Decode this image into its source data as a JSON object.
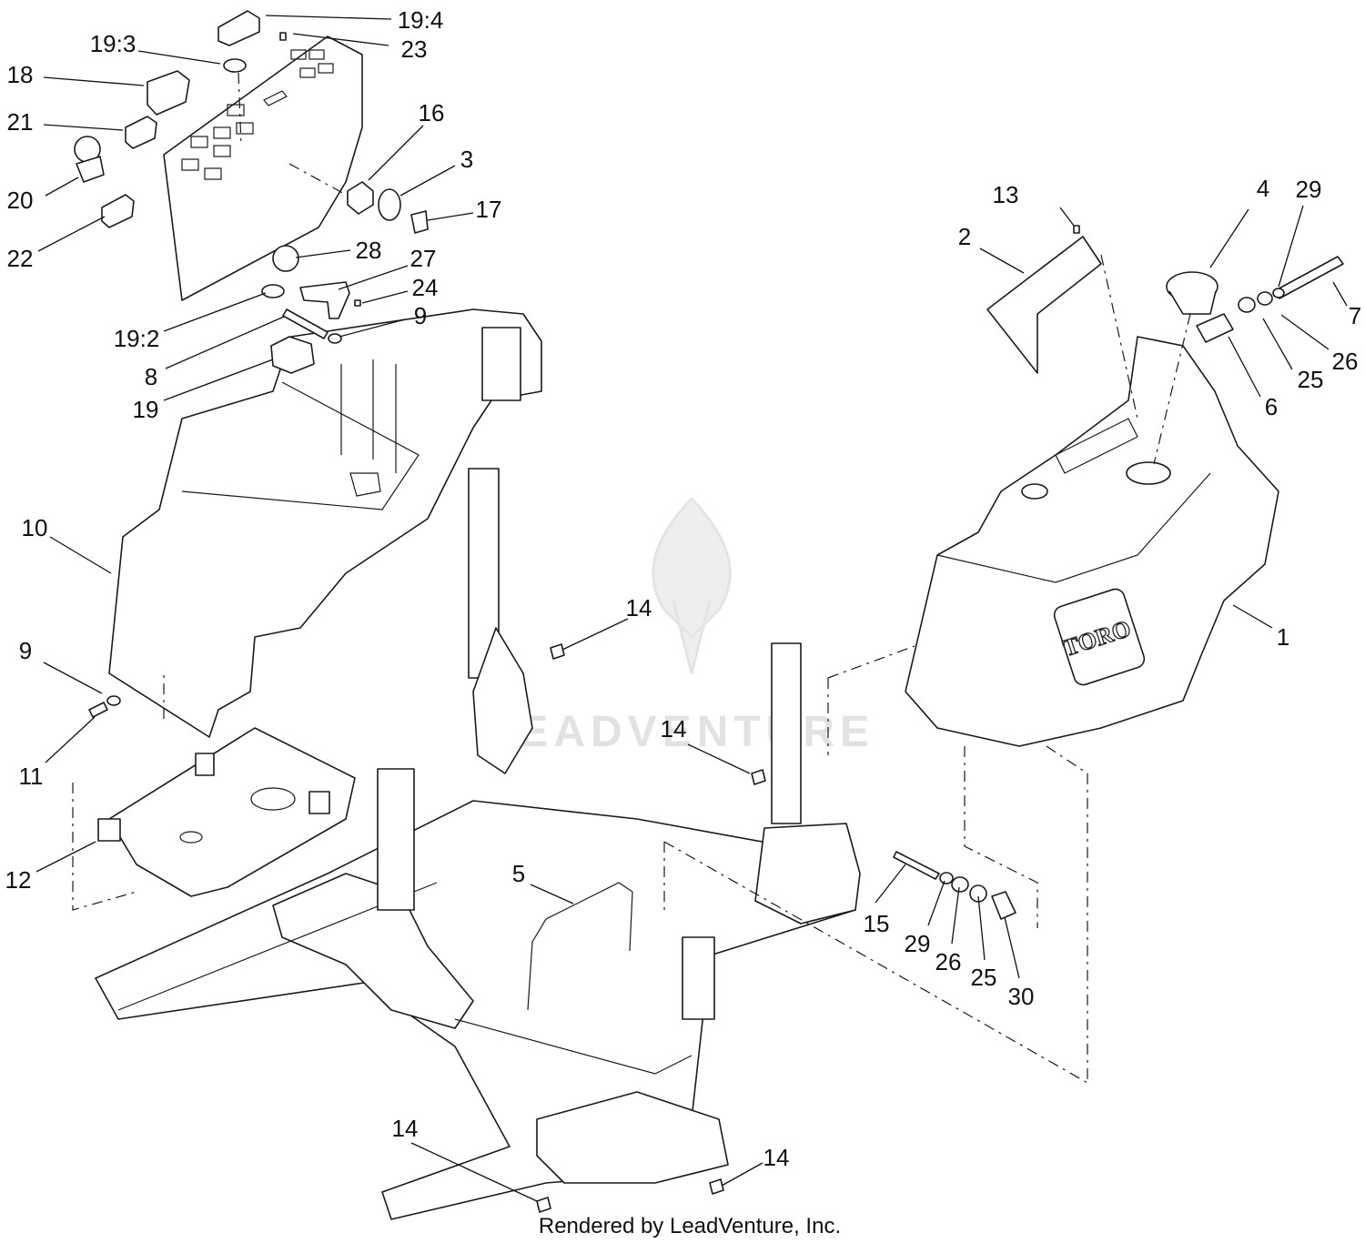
{
  "watermark": {
    "text": "LEADVENTURE"
  },
  "brand_label": "TORO",
  "footer": {
    "credit": "Rendered by LeadVenture, Inc."
  },
  "callouts": [
    "19:4",
    "23",
    "19:3",
    "18",
    "21",
    "16",
    "3",
    "20",
    "17",
    "22",
    "28",
    "27",
    "24",
    "9",
    "19:2",
    "8",
    "19",
    "13",
    "2",
    "4",
    "29",
    "7",
    "26",
    "25",
    "6",
    "10",
    "9",
    "11",
    "1",
    "14",
    "14",
    "12",
    "15",
    "29",
    "26",
    "25",
    "30",
    "5",
    "14",
    "14"
  ]
}
